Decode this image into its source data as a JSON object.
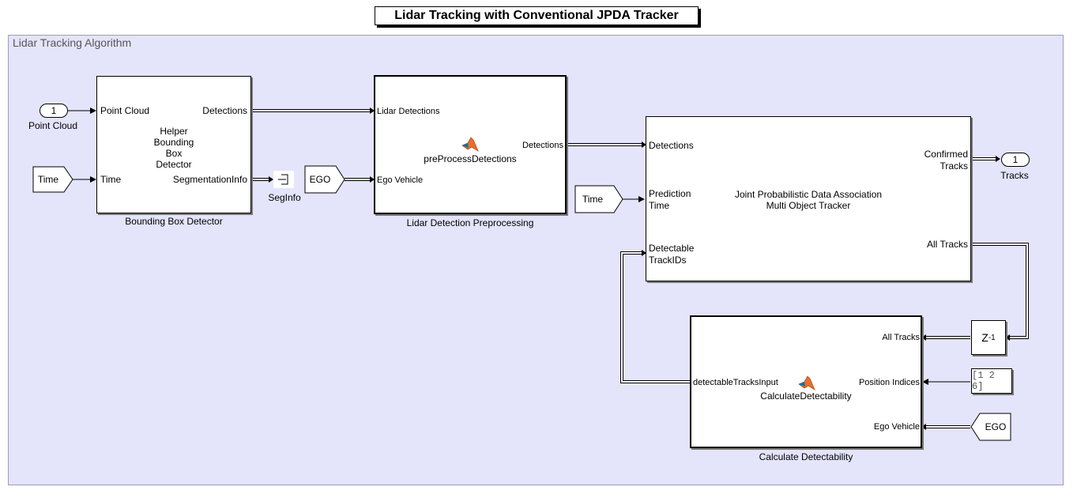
{
  "title": "Lidar Tracking with Conventional JPDA Tracker",
  "area": {
    "label": "Lidar Tracking Algorithm"
  },
  "inport": {
    "number": "1",
    "label": "Point Cloud"
  },
  "time_from_1": {
    "label": "Time"
  },
  "time_from_2": {
    "label": "Time"
  },
  "ego_from_1": {
    "label": "EGO"
  },
  "ego_from_2": {
    "label": "EGO"
  },
  "bbd": {
    "name": "Bounding Box Detector",
    "text_lines": [
      "Helper",
      "Bounding",
      "Box",
      "Detector"
    ],
    "in_ports": [
      "Point Cloud",
      "Time"
    ],
    "out_ports": [
      "Detections",
      "SegmentationInfo"
    ]
  },
  "seginfo": {
    "label": "SegInfo"
  },
  "preproc": {
    "name": "Lidar Detection Preprocessing",
    "function": "preProcessDetections",
    "in_ports": [
      "Lidar Detections",
      "Ego Vehicle"
    ],
    "out_ports": [
      "Detections"
    ]
  },
  "jpda": {
    "text_lines": [
      "Joint Probabilistic Data Association",
      "Multi Object Tracker"
    ],
    "in_ports": [
      "Detections",
      "Prediction",
      "Time",
      "Detectable",
      "TrackIDs"
    ],
    "out_ports": [
      "Confirmed",
      "Tracks",
      "All Tracks"
    ]
  },
  "outport": {
    "number": "1",
    "label": "Tracks"
  },
  "delay": {
    "base": "Z",
    "exp": "-1"
  },
  "constant": {
    "value": "[1 2 6]"
  },
  "calc": {
    "name": "Calculate Detectability",
    "function": "CalculateDetectability",
    "in_ports": [
      "All Tracks",
      "Position Indices",
      "Ego Vehicle"
    ],
    "out_ports": [
      "detectableTracksInput"
    ]
  },
  "colors": {
    "area_bg": "#e4e4fb",
    "matlab_orange": "#e8702a",
    "matlab_blue": "#0076a8"
  }
}
